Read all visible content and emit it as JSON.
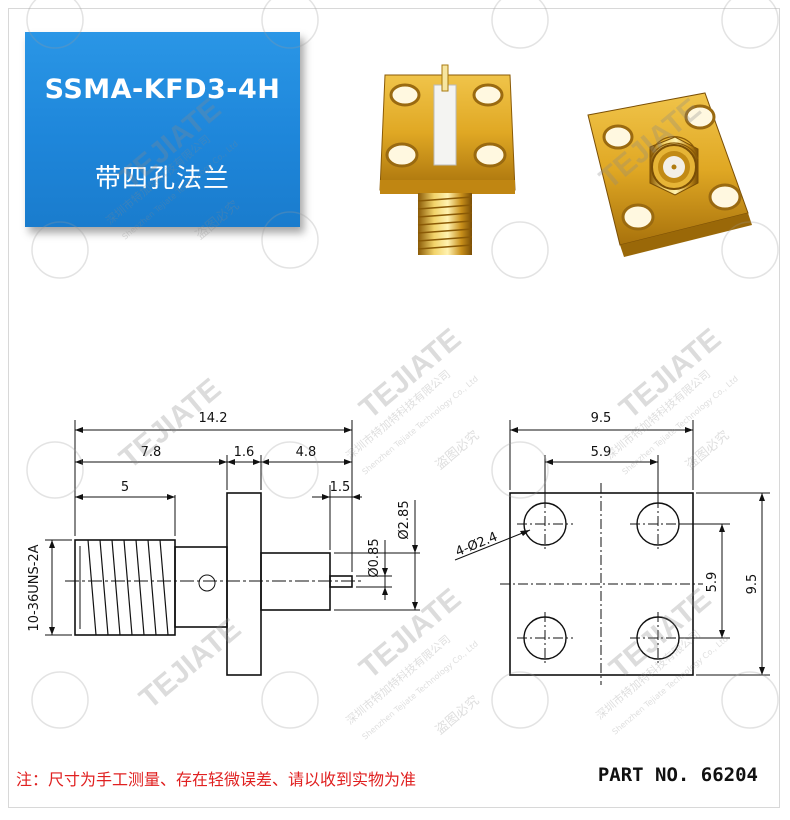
{
  "product": {
    "model": "SSMA-KFD3-4H",
    "subtitle": "带四孔法兰"
  },
  "photos": [
    {
      "name": "connector-side-view",
      "color": "#d9a520"
    },
    {
      "name": "connector-front-view",
      "color": "#d9a520"
    }
  ],
  "side_view": {
    "dims": {
      "overall_length": "14.2",
      "thread_to_flange": "7.8",
      "flange_thickness": "1.6",
      "pin_section": "4.8",
      "thread_length": "5",
      "pin_tip": "1.5",
      "pin_diameter": "Ø0.85",
      "insulator_diameter": "Ø2.85",
      "thread_spec": "10-36UNS-2A"
    }
  },
  "front_view": {
    "dims": {
      "flange_width": "9.5",
      "hole_spacing_h": "5.9",
      "hole_callout": "4-Ø2.4",
      "hole_spacing_v": "5.9",
      "flange_height": "9.5"
    }
  },
  "watermark": {
    "brand": "TEJIATE",
    "cn_name": "深圳市特加特科技有限公司",
    "en_name": "Shenzhen Tejiate Technology Co., Ltd",
    "tag": "盗图必究"
  },
  "footer": {
    "note": "注：尺寸为手工测量、存在轻微误差、请以收到实物为准",
    "part_no": "PART NO. 66204"
  }
}
